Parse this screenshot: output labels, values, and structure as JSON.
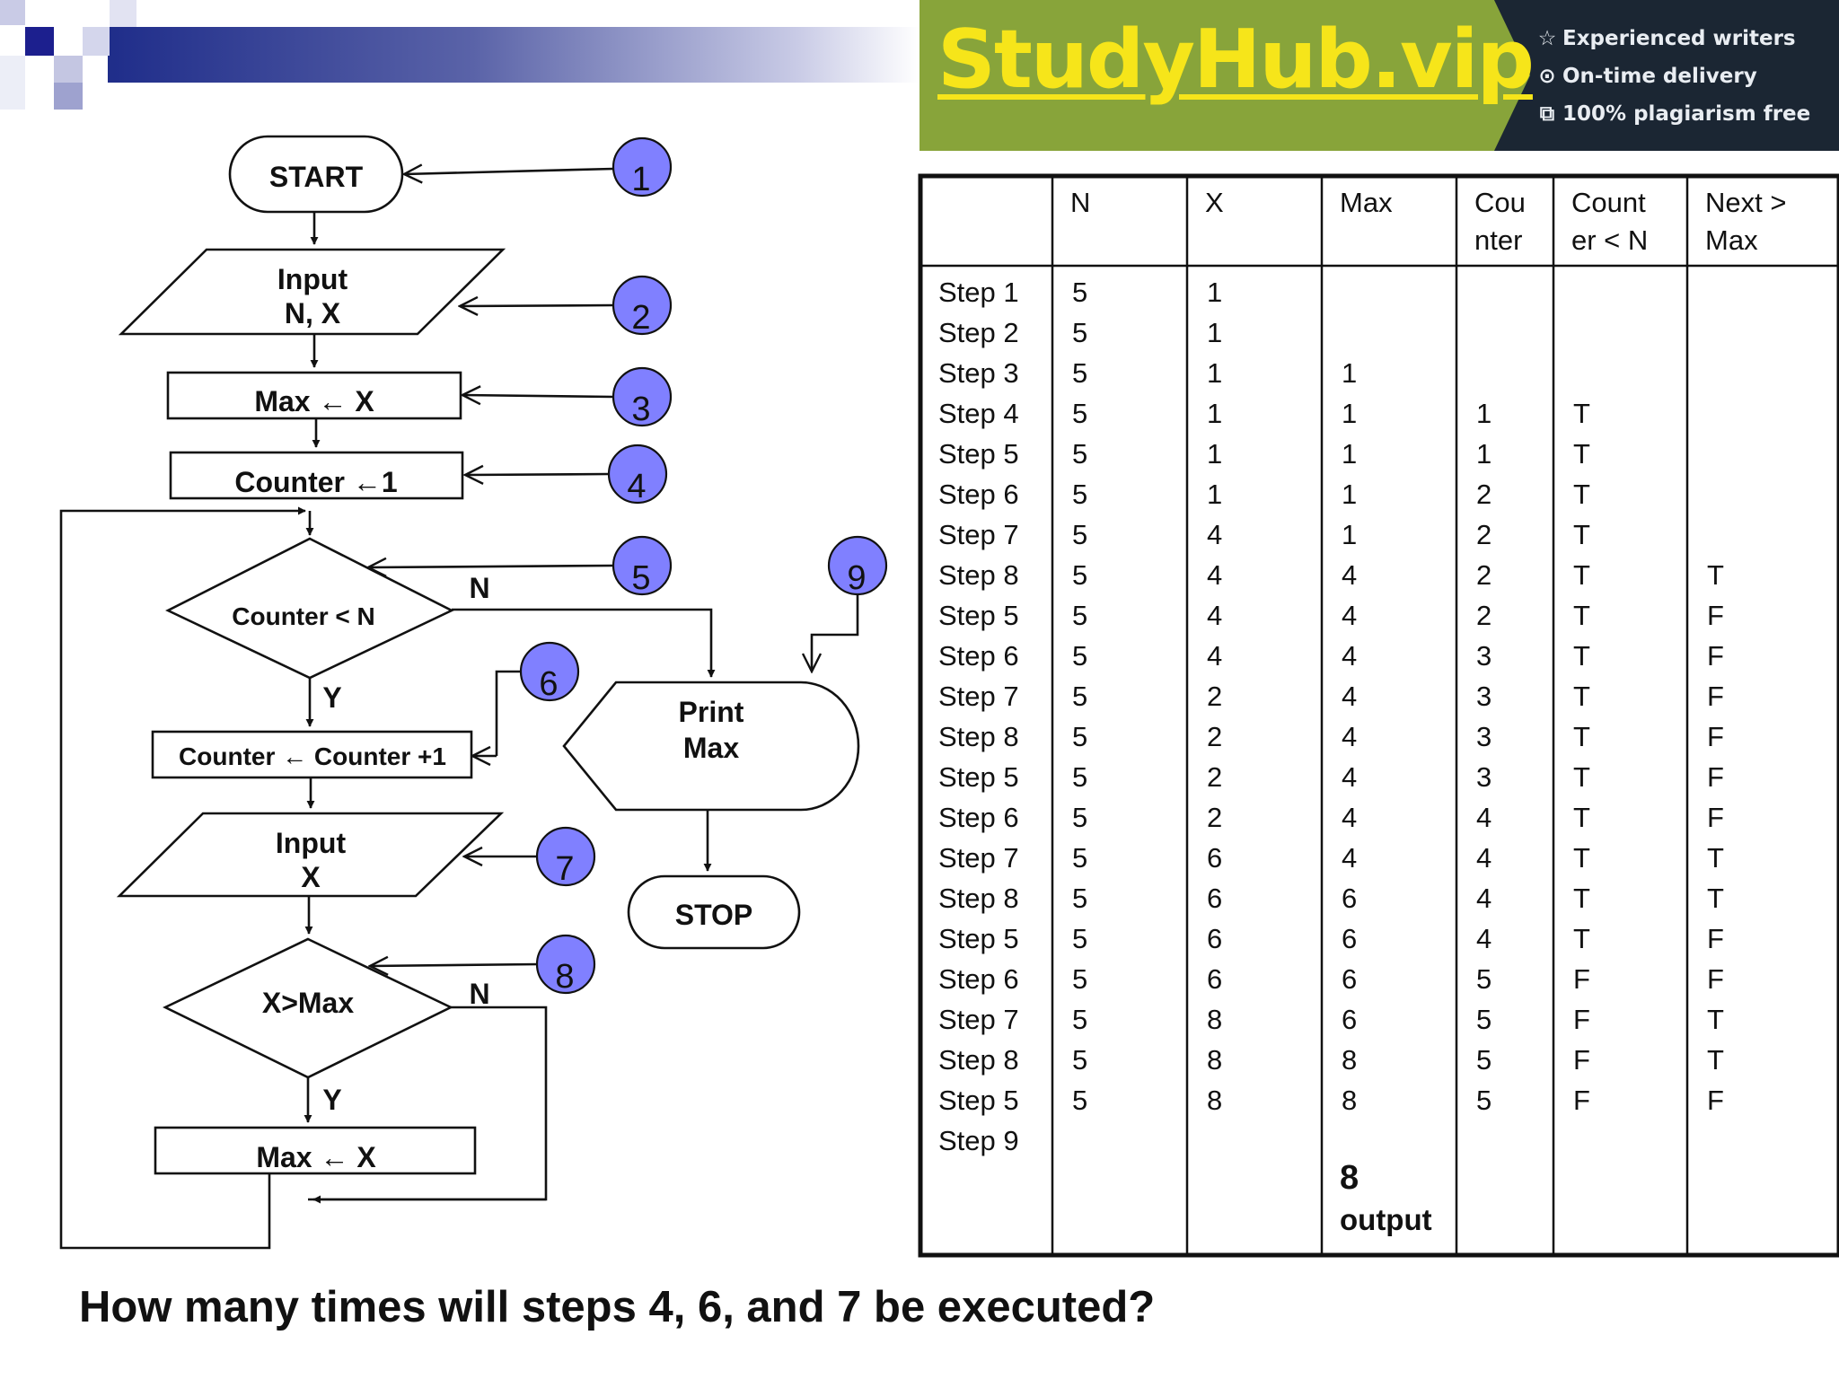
{
  "banner": {
    "brand": "StudyHub.vip",
    "features": [
      {
        "icon": "star-outline-icon",
        "text": "Experienced writers"
      },
      {
        "icon": "clock-icon",
        "text": "On-time delivery"
      },
      {
        "icon": "copy-icon",
        "text": "100% plagiarism free"
      }
    ],
    "colors": {
      "green": "#88a43a",
      "dark": "#1b2633",
      "brand_text": "#f6e51a"
    }
  },
  "flowchart": {
    "start": "START",
    "input1": [
      "Input",
      "N, X"
    ],
    "max_assign": "Max ← X",
    "counter_init": "Counter ←1",
    "decision1": "Counter < N",
    "counter_inc": "Counter ← Counter +1",
    "input2": [
      "Input",
      "X"
    ],
    "decision2": "X>Max",
    "max_assign2": "Max ← X",
    "print_max": [
      "Print",
      "Max"
    ],
    "stop": "STOP",
    "yes": "Y",
    "no": "N",
    "step_markers": [
      "1",
      "2",
      "3",
      "4",
      "5",
      "6",
      "7",
      "8",
      "9"
    ],
    "marker_color": "#8080ff"
  },
  "trace_table": {
    "headers": [
      "",
      "N",
      "X",
      "Max",
      [
        "Cou",
        "nter"
      ],
      [
        "Count",
        "er < N"
      ],
      [
        "Next >",
        "Max"
      ]
    ],
    "rows": [
      [
        "Step 1",
        "5",
        "1",
        "",
        "",
        "",
        ""
      ],
      [
        "Step 2",
        "5",
        "1",
        "",
        "",
        "",
        ""
      ],
      [
        "Step 3",
        "5",
        "1",
        "1",
        "",
        "",
        ""
      ],
      [
        "Step 4",
        "5",
        "1",
        "1",
        "1",
        "T",
        ""
      ],
      [
        "Step 5",
        "5",
        "1",
        "1",
        "1",
        "T",
        ""
      ],
      [
        "Step 6",
        "5",
        "1",
        "1",
        "2",
        "T",
        ""
      ],
      [
        "Step 7",
        "5",
        "4",
        "1",
        "2",
        "T",
        ""
      ],
      [
        "Step 8",
        "5",
        "4",
        "4",
        "2",
        "T",
        "T"
      ],
      [
        "Step 5",
        "5",
        "4",
        "4",
        "2",
        "T",
        "F"
      ],
      [
        "Step 6",
        "5",
        "4",
        "4",
        "3",
        "T",
        "F"
      ],
      [
        "Step 7",
        "5",
        "2",
        "4",
        "3",
        "T",
        "F"
      ],
      [
        "Step 8",
        "5",
        "2",
        "4",
        "3",
        "T",
        "F"
      ],
      [
        "Step 5",
        "5",
        "2",
        "4",
        "3",
        "T",
        "F"
      ],
      [
        "Step 6",
        "5",
        "2",
        "4",
        "4",
        "T",
        "F"
      ],
      [
        "Step 7",
        "5",
        "6",
        "4",
        "4",
        "T",
        "T"
      ],
      [
        "Step 8",
        "5",
        "6",
        "6",
        "4",
        "T",
        "T"
      ],
      [
        "Step 5",
        "5",
        "6",
        "6",
        "4",
        "T",
        "F"
      ],
      [
        "Step 6",
        "5",
        "6",
        "6",
        "5",
        "F",
        "F"
      ],
      [
        "Step 7",
        "5",
        "8",
        "6",
        "5",
        "F",
        "T"
      ],
      [
        "Step 8",
        "5",
        "8",
        "8",
        "5",
        "F",
        "T"
      ],
      [
        "Step 5",
        "5",
        "8",
        "8",
        "5",
        "F",
        "F"
      ],
      [
        "Step 9",
        "",
        "",
        "",
        "",
        "",
        ""
      ]
    ],
    "final_value": "8",
    "final_label": "output"
  },
  "question": "How many times will steps 4, 6, and 7 be executed?"
}
